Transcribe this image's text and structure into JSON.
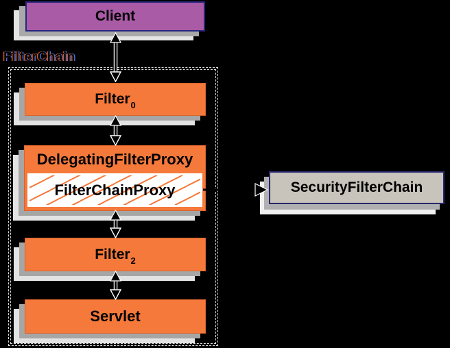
{
  "diagram": {
    "title": "FilterChain",
    "background": "#000000"
  },
  "nodes": {
    "client": {
      "label": "Client",
      "fill": "#A95BA6",
      "border": "#26267E"
    },
    "filter_chain_group": {
      "label": "FilterChain",
      "border_style": "double-dashed",
      "border_color": "#D9D9D9"
    },
    "filter0": {
      "label": "Filter",
      "subscript": "0",
      "fill": "#F5793B"
    },
    "delegating_filter_proxy": {
      "label": "DelegatingFilterProxy",
      "fill": "#F5793B"
    },
    "filter_chain_proxy": {
      "label": "FilterChainProxy",
      "fill": "#FFFFFF",
      "hatch_color": "#F5793B"
    },
    "filter2": {
      "label": "Filter",
      "subscript": "2",
      "fill": "#F5793B"
    },
    "servlet": {
      "label": "Servlet",
      "fill": "#F5793B"
    },
    "security_filter_chain": {
      "label": "SecurityFilterChain",
      "fill": "#C9C4BB",
      "border": "#28286E"
    }
  },
  "connectors": {
    "client_filter0": {
      "type": "double-headed-vertical"
    },
    "filter0_dfp": {
      "type": "double-headed-vertical"
    },
    "dfp_filter2": {
      "type": "double-headed-vertical"
    },
    "filter2_servlet": {
      "type": "double-headed-vertical"
    },
    "fcp_sfc": {
      "type": "single-headed-horizontal-right"
    }
  },
  "colors": {
    "shadow_mid": "#A6A6A6",
    "shadow_light": "#E3E3E3",
    "arrow_fill": "#000000",
    "arrow_outline": "#FFFFFF",
    "text": "#000000"
  }
}
